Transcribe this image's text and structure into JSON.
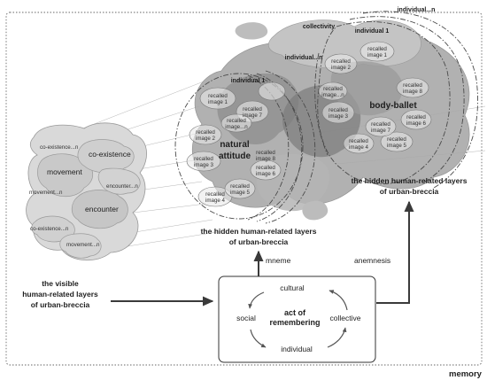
{
  "frame_label": "memory",
  "left_cluster": {
    "co_existence_n_top": "co-existence...n",
    "co_existence": "co-existence",
    "movement": "movement",
    "encounter_n": "encounter...n",
    "movement_n_left": "movement...n",
    "encounter": "encounter",
    "co_existence_n_bottom": "co-existence...n",
    "movement_n_bottom": "movement...n"
  },
  "visible_layers": [
    "the visible",
    "human-related layers",
    "of urban-breccia"
  ],
  "hidden_layers_left": [
    "the hidden human-related layers",
    "of urban-breccia"
  ],
  "hidden_layers_right": [
    "the hidden human-related layers",
    "of urban-breccia"
  ],
  "arrows": {
    "mneme": "mneme",
    "anemnesis": "anemnesis"
  },
  "remembering_box": {
    "center": [
      "act of",
      "remembering"
    ],
    "cultural": "cultural",
    "social": "social",
    "collective": "collective",
    "individual": "individual"
  },
  "sphere_left": {
    "title": [
      "natural",
      "attitude"
    ],
    "individual_1": "individual 1",
    "individual_n": "individual...n",
    "recalled": [
      [
        "recalled",
        "image 1"
      ],
      [
        "recalled",
        "image 2"
      ],
      [
        "recalled",
        "image 3"
      ],
      [
        "recalled",
        "image 4"
      ],
      [
        "recalled",
        "image 5"
      ],
      [
        "recalled",
        "image 6"
      ],
      [
        "recalled",
        "image 7"
      ],
      [
        "recalled",
        "image 8"
      ],
      [
        "recalled",
        "image...n"
      ]
    ]
  },
  "sphere_right": {
    "title": "body-ballet",
    "collectivity": "collectivity",
    "individual_1": "individual 1",
    "individual_n": "individual...n",
    "recalled": [
      [
        "recalled",
        "image 1"
      ],
      [
        "recalled",
        "image 2"
      ],
      [
        "recalled",
        "image 3"
      ],
      [
        "recalled",
        "image 4"
      ],
      [
        "recalled",
        "image 5"
      ],
      [
        "recalled",
        "image 6"
      ],
      [
        "recalled",
        "image 7"
      ],
      [
        "recalled",
        "image 8"
      ],
      [
        "recalled",
        "image...n"
      ]
    ]
  }
}
